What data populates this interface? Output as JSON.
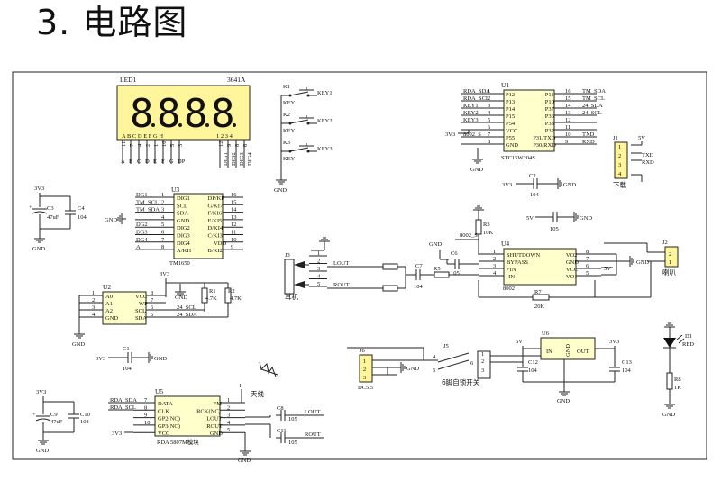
{
  "heading": "3. 电路图",
  "led": {
    "ref": "LED1",
    "part": "3641A",
    "char": "8",
    "pins_bottom_left": [
      "11",
      "7",
      "4",
      "2",
      "1",
      "10",
      "5",
      "3"
    ],
    "nets_left": [
      "A",
      "B",
      "C",
      "D",
      "E",
      "F",
      "G",
      "DP"
    ],
    "pins_bottom_right": [
      "12",
      "9",
      "8",
      "6"
    ],
    "nets_right": [
      "DIG1",
      "DIG2",
      "DIG3",
      "DIG4"
    ],
    "seg_letters": "A B C D E F G H",
    "dig_letters": "1 2 3 4"
  },
  "keys": [
    {
      "ref": "K1",
      "label": "KEY",
      "net": "KEY1"
    },
    {
      "ref": "K2",
      "label": "KEY",
      "net": "KEY2"
    },
    {
      "ref": "K3",
      "label": "KEY",
      "net": "KEY3"
    }
  ],
  "u1": {
    "ref": "U1",
    "part": "STC15W204S",
    "left_nets": [
      "RDA_SDA",
      "RDA_SCL",
      "KEY1",
      "KEY2",
      "KEY3",
      "",
      "8002_S",
      ""
    ],
    "left_nums": [
      "1",
      "2",
      "3",
      "4",
      "5",
      "6",
      "7",
      "8"
    ],
    "left_pins": [
      "P12",
      "P13",
      "P14",
      "P15",
      "P54",
      "VCC",
      "P55",
      "GND"
    ],
    "right_pins": [
      "P11",
      "P10",
      "P37",
      "P36",
      "P33",
      "P32",
      "P31/TXD",
      "P30/RXD"
    ],
    "right_nums": [
      "16",
      "15",
      "14",
      "13",
      "12",
      "11",
      "10",
      "9"
    ],
    "right_nets": [
      "TM_SDA",
      "TM_SCL",
      "24_SDA",
      "24_SCL",
      "",
      "",
      "TXD",
      "RXD"
    ],
    "vcc": "3V3",
    "gnd": "GND"
  },
  "u3": {
    "ref": "U3",
    "part": "TM1650",
    "left_nets": [
      "DG1",
      "TM_SCL",
      "TM_SDA",
      "GND",
      "DG2",
      "DG3",
      "DG4",
      "A"
    ],
    "left_nums": [
      "1",
      "2",
      "3",
      "4",
      "5",
      "6",
      "7",
      "8"
    ],
    "left_pins": [
      "DIG1",
      "SCL",
      "SDA",
      "GND",
      "DIG2",
      "DIG3",
      "DIG4",
      "A/KI1"
    ],
    "right_pins": [
      "DP/KP",
      "G/KI7",
      "F/KI6",
      "E/KI5",
      "D/KI4",
      "C/KI3",
      "VDD",
      "B/KI2"
    ],
    "right_nums": [
      "16",
      "15",
      "14",
      "13",
      "12",
      "11",
      "10",
      "9"
    ],
    "gnd": "GND"
  },
  "j1": {
    "ref": "J1",
    "pins": [
      "1",
      "2",
      "3",
      "4"
    ],
    "nets": [
      "5V",
      "TXD",
      "RXD",
      ""
    ],
    "label": "下载"
  },
  "c2": {
    "ref": "C2",
    "value": "104",
    "vcc": "3V3",
    "gnd": "GND"
  },
  "c_105a": {
    "value": "105",
    "vcc": "5V",
    "gnd": "GND"
  },
  "c3": {
    "ref": "C3",
    "value": "47uF"
  },
  "c4": {
    "ref": "C4",
    "value": "104"
  },
  "pw1": {
    "vcc": "3V3",
    "gnd1": "GND",
    "gnd2": "GND"
  },
  "r3": {
    "ref": "R3",
    "value": "10K",
    "net": "8002_S",
    "gnd": "GND"
  },
  "u4": {
    "ref": "U4",
    "part": "8002",
    "left_nums": [
      "1",
      "2",
      "3",
      "4"
    ],
    "left_pins": [
      "SHUTDOWN",
      "BYPASS",
      "+IN",
      "-IN"
    ],
    "right_pins": [
      "VO2",
      "GND",
      "VCC",
      "VO1"
    ],
    "right_nums": [
      "8",
      "7",
      "6",
      "5"
    ],
    "vcc": "5V",
    "gnd": "GND"
  },
  "c6": {
    "ref": "C6",
    "value": "105"
  },
  "c7": {
    "ref": "C7",
    "value": "104"
  },
  "r5": {
    "ref": "R5"
  },
  "r7": {
    "ref": "R7",
    "value": "20K"
  },
  "j2": {
    "ref": "J2",
    "pins": [
      "2",
      "1"
    ],
    "label": "喇叭"
  },
  "j3": {
    "ref": "J3",
    "pins": [
      "1",
      "2",
      "3",
      "4",
      "5"
    ],
    "nets": [
      "LOUT",
      "ROUT"
    ],
    "label": "耳机"
  },
  "u2": {
    "ref": "U2",
    "left_nums": [
      "1",
      "2",
      "3",
      "4"
    ],
    "left_pins": [
      "A0",
      "A1",
      "A2",
      "GND"
    ],
    "right_pins": [
      "VCC",
      "WP",
      "SCL",
      "SDA"
    ],
    "right_nums": [
      "8",
      "7",
      "6",
      "5"
    ],
    "right_nets": [
      "24_SCL",
      "24_SDA"
    ],
    "vcc": "3V3",
    "gnd": "GND"
  },
  "r1": {
    "ref": "R1",
    "value": "4.7K"
  },
  "r2": {
    "ref": "R2",
    "value": "4.7K"
  },
  "c1": {
    "ref": "C1",
    "value": "104",
    "vcc": "3V3",
    "gnd": "GND"
  },
  "c9": {
    "ref": "C9",
    "value": "47uF"
  },
  "c10": {
    "ref": "C10",
    "value": "104"
  },
  "pw2": {
    "vcc": "3V3",
    "gnd": "GND"
  },
  "u5": {
    "ref": "U5",
    "part": "RDA 5807M模块",
    "left_nets": [
      "RDA_SDA",
      "RDA_SCL",
      "",
      "",
      "3V3"
    ],
    "left_pins": [
      "DATA",
      "CLK",
      "GP2(NC)",
      "GP3(NC)",
      "VCC"
    ],
    "left_nums": [
      "7",
      "8",
      "9",
      "10"
    ],
    "right_pins": [
      "FM",
      "RCK(NC)",
      "LOUT",
      "ROUT",
      "GND"
    ],
    "right_nums": [
      "1",
      "2",
      "3",
      "4",
      "5"
    ],
    "gnd": "GND"
  },
  "antenna": {
    "num": "1",
    "label": "天线"
  },
  "c8": {
    "ref": "C8",
    "value": "105",
    "net": "LOUT"
  },
  "c11": {
    "ref": "C11",
    "value": "105",
    "net": "ROUT"
  },
  "j6": {
    "ref": "J6",
    "pins": [
      "1",
      "2",
      "3"
    ],
    "label": "DC5.5",
    "gnd": "GND"
  },
  "j5": {
    "ref": "J5",
    "pins": [
      "1",
      "2",
      "3",
      "4",
      "5",
      "6"
    ],
    "label": "6脚自锁开关"
  },
  "u6": {
    "ref": "U6",
    "pins": [
      "IN",
      "GND",
      "OUT"
    ],
    "vin": "5V",
    "vout": "3V3"
  },
  "c12": {
    "ref": "C12",
    "value": "104"
  },
  "c13": {
    "ref": "C13",
    "value": "104"
  },
  "d1": {
    "ref": "D1",
    "value": "RED"
  },
  "r8": {
    "ref": "R8",
    "value": "1K",
    "gnd": "GND"
  },
  "gnd_u6": "GND"
}
